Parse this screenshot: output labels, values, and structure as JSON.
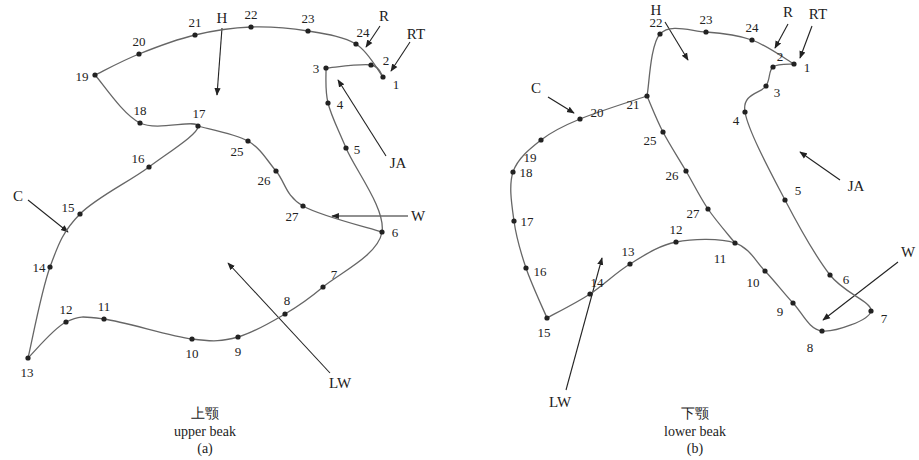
{
  "diagram": {
    "labels": [
      "H",
      "R",
      "RT",
      "JA",
      "W",
      "LW",
      "C",
      "1",
      "2",
      "3",
      "4",
      "5",
      "6",
      "7",
      "8",
      "9",
      "10",
      "11",
      "12",
      "13",
      "14",
      "15",
      "16",
      "17",
      "18",
      "19",
      "20",
      "21",
      "22",
      "23",
      "24",
      "25",
      "26",
      "27",
      "上颚",
      "upper beak",
      "(a)",
      "H",
      "R",
      "RT",
      "JA",
      "W",
      "LW",
      "C",
      "1",
      "2",
      "3",
      "4",
      "5",
      "6",
      "7",
      "8",
      "9",
      "10",
      "11",
      "12",
      "13",
      "14",
      "15",
      "16",
      "17",
      "18",
      "19",
      "20",
      "21",
      "22",
      "23",
      "24",
      "25",
      "26",
      "27",
      "下颚",
      "lower beak",
      "(b)"
    ]
  }
}
